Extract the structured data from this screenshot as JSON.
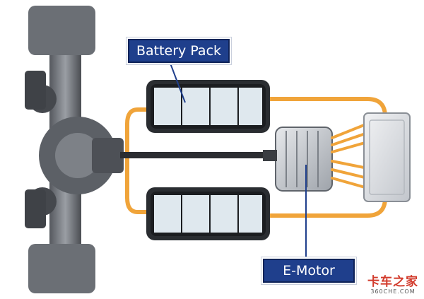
{
  "labels": {
    "battery": "Battery Pack",
    "motor": "E-Motor"
  },
  "watermark": {
    "main": "卡车之家",
    "sub": "360CHE.COM"
  },
  "colors": {
    "label_fill": "#1f3f8c",
    "cable": "#f0a43a",
    "axle_dark": "#3a3d42",
    "battery_cell": "#dfe8ee"
  },
  "icons": [
    "axle-icon",
    "battery-icon",
    "motor-icon",
    "inverter-icon"
  ]
}
